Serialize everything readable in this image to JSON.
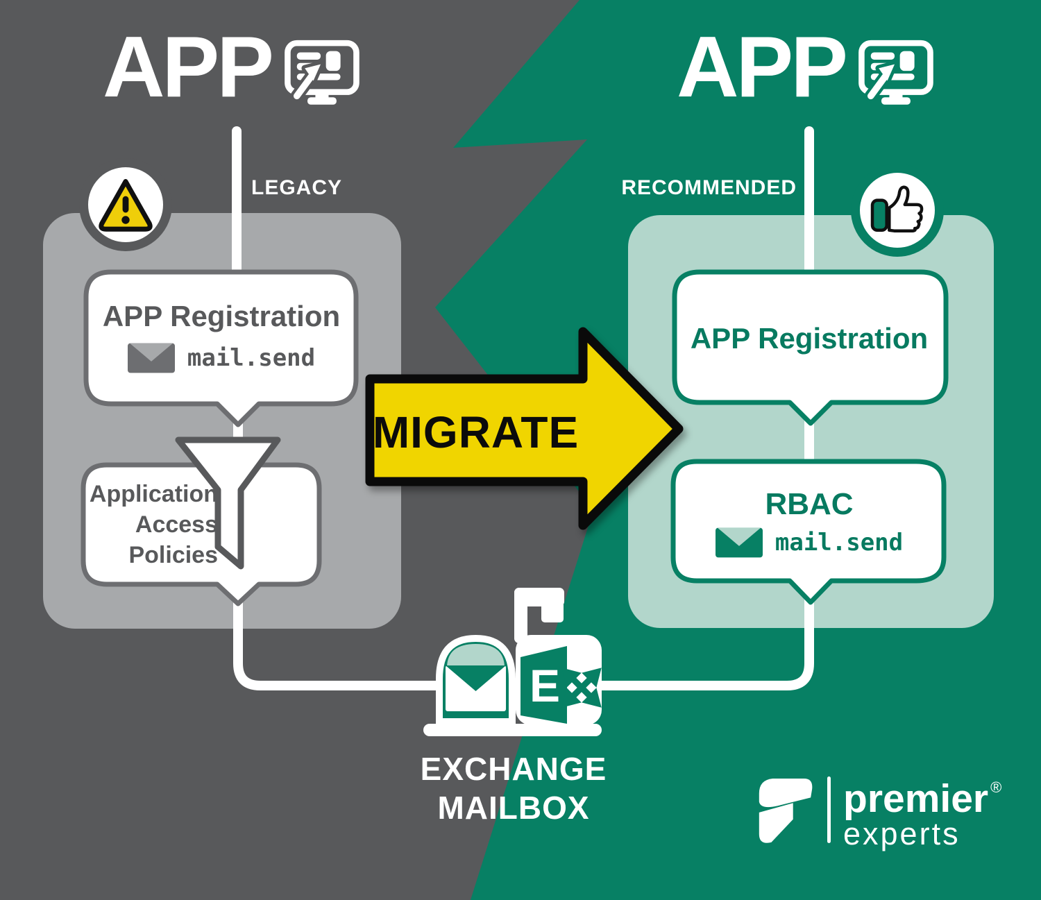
{
  "left": {
    "title": "APP",
    "tag": "LEGACY",
    "registration": {
      "title": "APP Registration",
      "permission": "mail.send"
    },
    "policies": {
      "lines": [
        "Application",
        "Access",
        "Policies"
      ]
    }
  },
  "right": {
    "title": "APP",
    "tag": "RECOMMENDED",
    "registration": {
      "title": "APP Registration"
    },
    "rbac": {
      "title": "RBAC",
      "permission": "mail.send"
    }
  },
  "migrate": {
    "label": "MIGRATE"
  },
  "mailbox": {
    "label_line1": "EXCHANGE",
    "label_line2": "MAILBOX",
    "exchange_letter": "E"
  },
  "brand": {
    "name": "premier",
    "registered": "®",
    "subname": "experts"
  },
  "colors": {
    "background_gray": "#58595B",
    "background_green": "#078064",
    "panel_gray": "#A7A9AB",
    "panel_green": "#B2D6CB",
    "bubble_border_gray": "#6D6E71",
    "bubble_border_green": "#078064",
    "text_gray": "#58595B",
    "text_green": "#077A60",
    "arrow_yellow": "#F0D500",
    "warning_yellow": "#EFCE0A",
    "outline_black": "#0A0A0A",
    "white": "#FFFFFF"
  }
}
